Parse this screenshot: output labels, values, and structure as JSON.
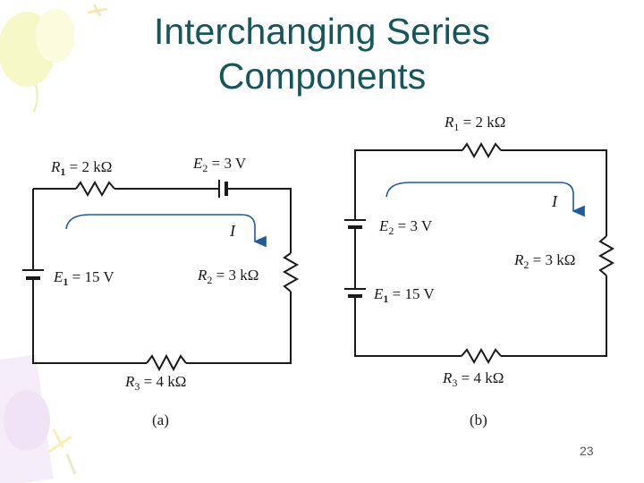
{
  "slide": {
    "title_line1": "Interchanging Series",
    "title_line2": "Components",
    "page_number": "23"
  },
  "circuit_a": {
    "caption": "(a)",
    "r1": {
      "name": "R",
      "sub": "1",
      "value": " = 2 kΩ"
    },
    "e2": {
      "name": "E",
      "sub": "2",
      "value": " = 3 V"
    },
    "e1": {
      "name": "E",
      "sub": "1",
      "value": " = 15 V"
    },
    "r2": {
      "name": "R",
      "sub": "2",
      "value": " = 3 kΩ"
    },
    "r3": {
      "name": "R",
      "sub": "3",
      "value": " = 4 kΩ"
    },
    "current": "I"
  },
  "circuit_b": {
    "caption": "(b)",
    "r1": {
      "name": "R",
      "sub": "1",
      "value": " = 2 kΩ"
    },
    "e2": {
      "name": "E",
      "sub": "2",
      "value": " = 3 V"
    },
    "e1": {
      "name": "E",
      "sub": "1",
      "value": " = 15 V"
    },
    "r2": {
      "name": "R",
      "sub": "2",
      "value": " = 3 kΩ"
    },
    "r3": {
      "name": "R",
      "sub": "3",
      "value": " = 4 kΩ"
    },
    "current": "I"
  },
  "colors": {
    "title": "#14565a",
    "arrow": "#1f5aa0",
    "deco_yellow": "#f2f5a0",
    "deco_lavender": "#e8d8f0"
  }
}
